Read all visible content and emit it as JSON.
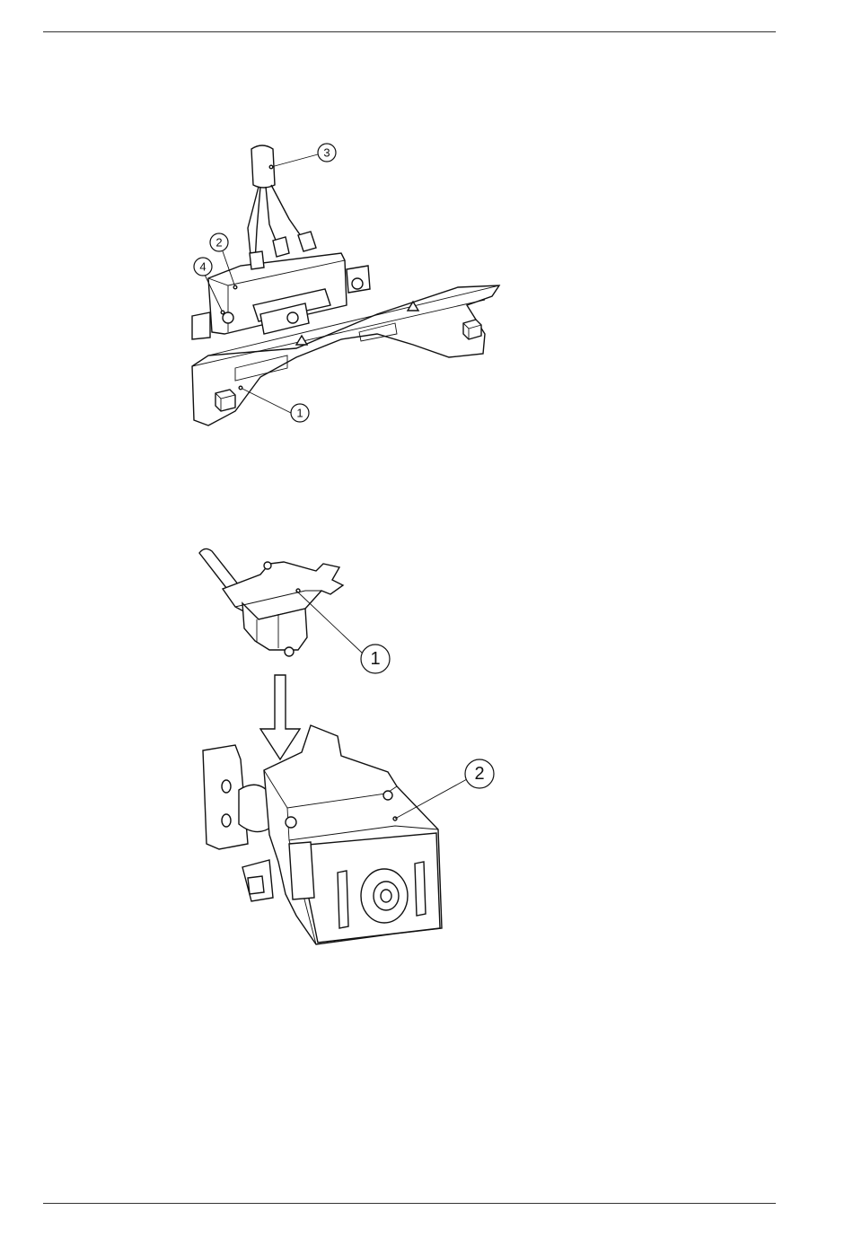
{
  "figure1": {
    "callouts": [
      "1",
      "2",
      "3",
      "4"
    ]
  },
  "figure2": {
    "callouts": [
      "1",
      "2"
    ]
  }
}
